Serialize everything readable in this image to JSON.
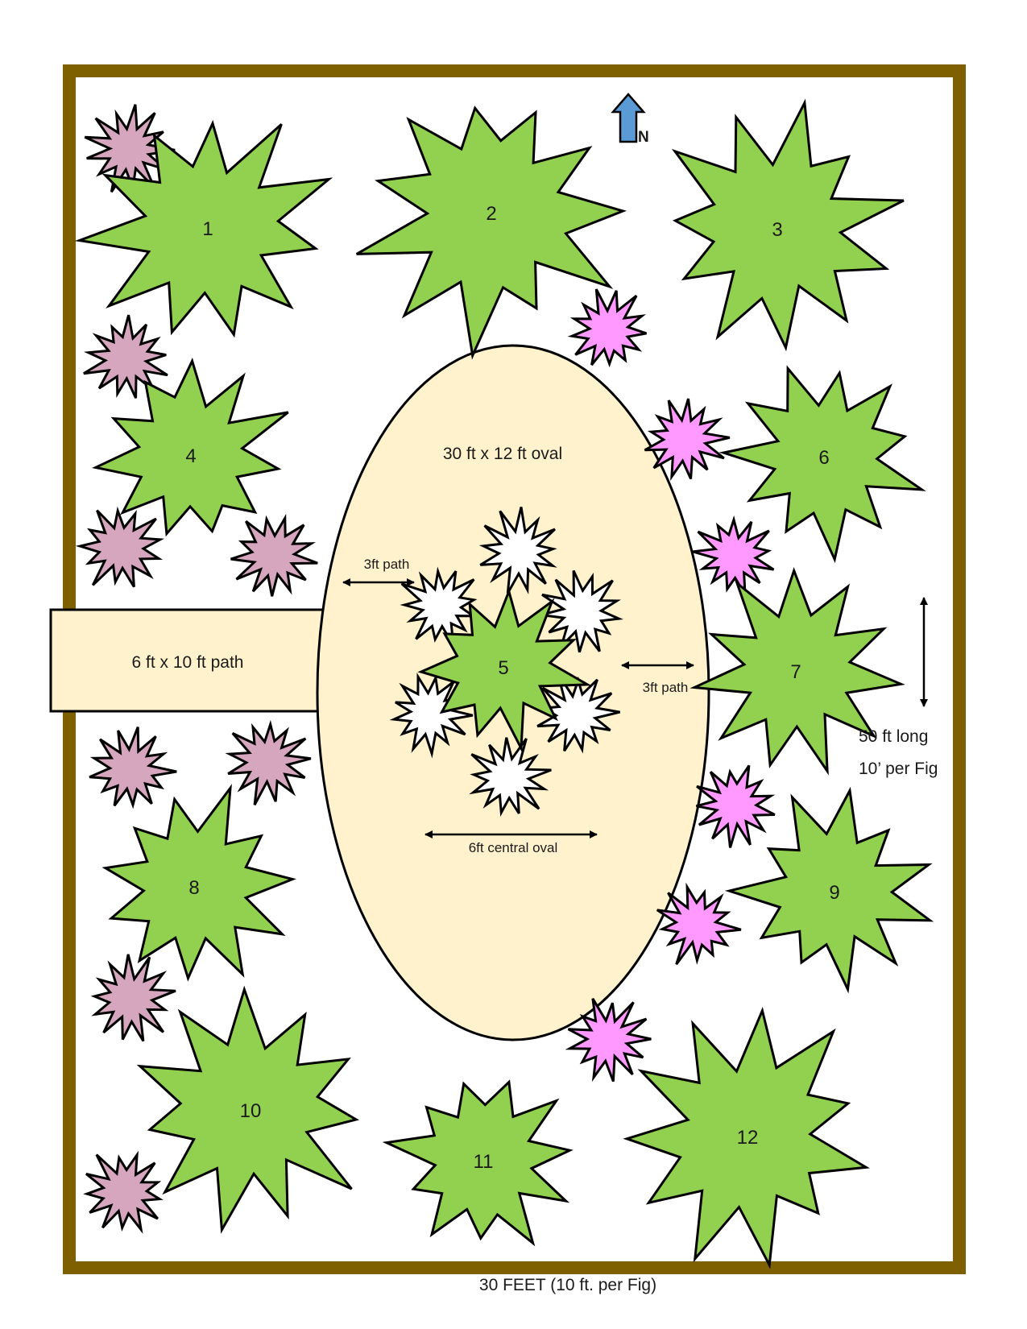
{
  "title": "",
  "colors": {
    "fence": "#7f6000",
    "fig": "#92d050",
    "oval": "#fff2cc",
    "mauve": "#d5a6bd",
    "pink": "#ff99ff",
    "white_plant": "#ffffff",
    "arrow": "#5b9bd5",
    "outline": "#000000"
  },
  "compass": {
    "label": "N",
    "icon": "north-arrow-icon"
  },
  "figs": [
    "1",
    "2",
    "3",
    "4",
    "5",
    "6",
    "7",
    "8",
    "9",
    "10",
    "11",
    "12"
  ],
  "labels": {
    "oval": "30 ft x 12 ft oval",
    "entry_path": "6 ft x 10 ft path",
    "path_left": "3ft path",
    "path_right": "3ft path",
    "central_oval": "6ft central oval",
    "length_line1": "50 ft long",
    "length_line2": "10’ per Fig",
    "width": "30 FEET (10 ft. per Fig)"
  }
}
